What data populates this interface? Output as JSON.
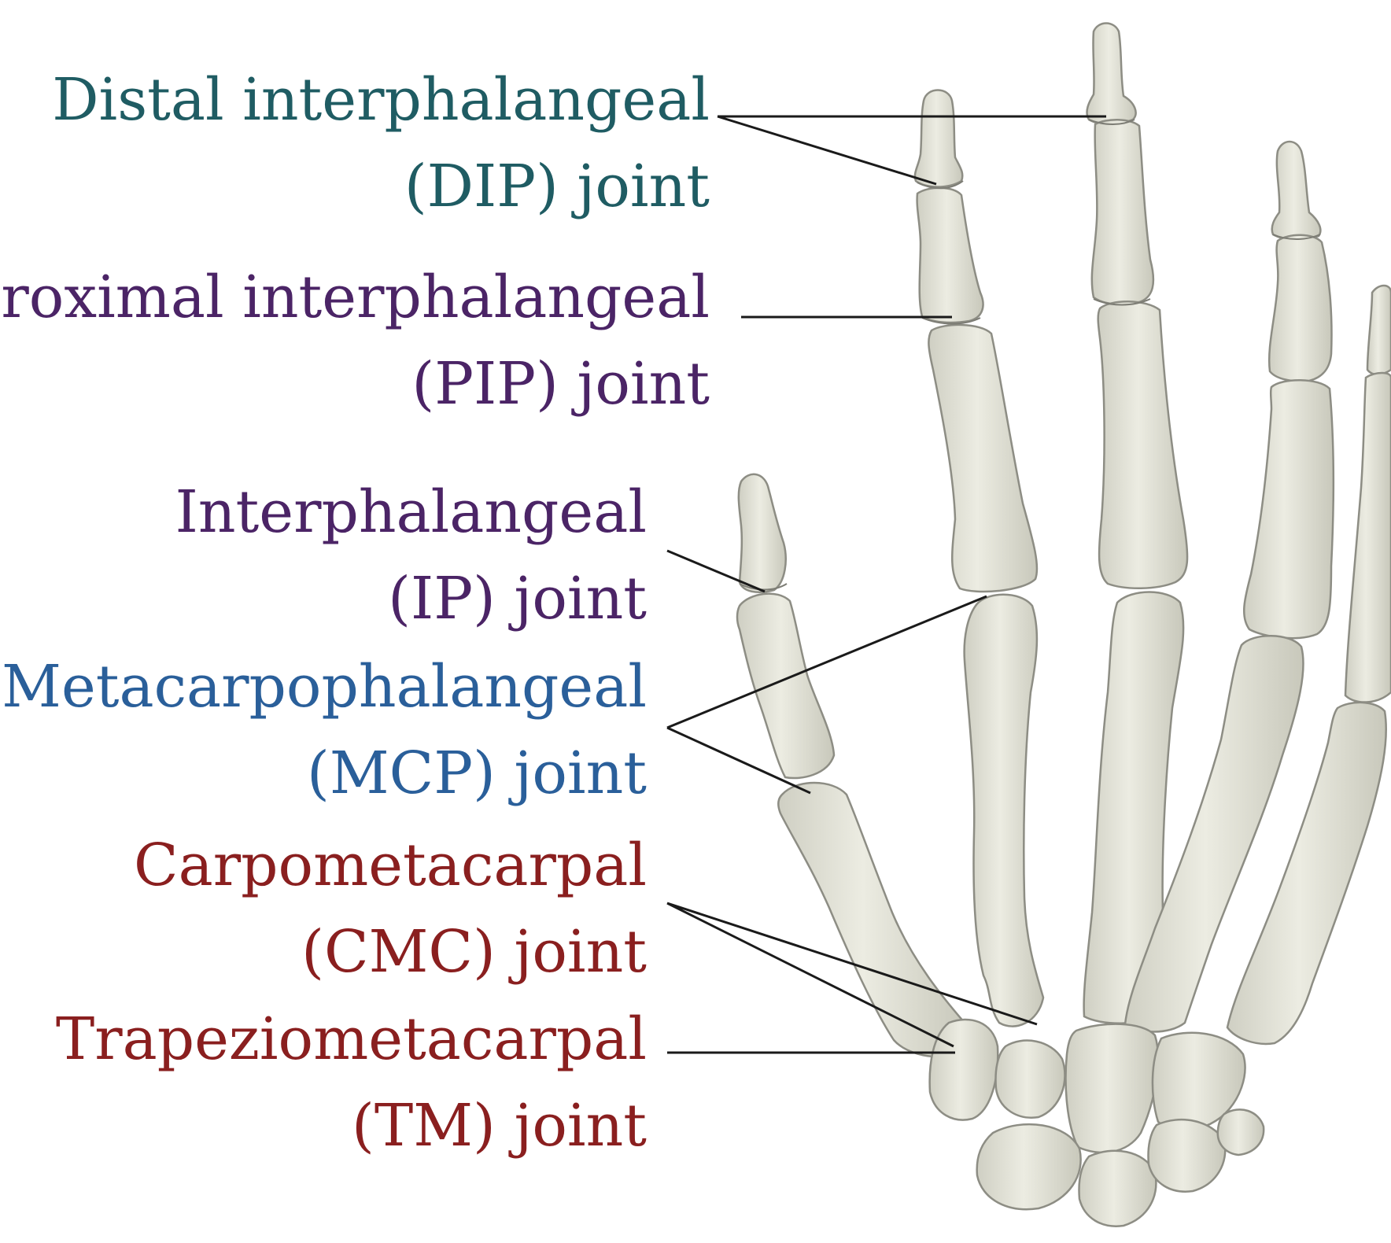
{
  "labels": {
    "dip": {
      "line1": "Distal interphalangeal",
      "line2": "(DIP) joint"
    },
    "pip": {
      "line1": "Proximal interphalangeal",
      "line2": "(PIP) joint"
    },
    "ip": {
      "line1": "Interphalangeal",
      "line2": "(IP) joint"
    },
    "mcp": {
      "line1": "Metacarpophalangeal",
      "line2": "(MCP) joint"
    },
    "cmc": {
      "line1": "Carpometacarpal",
      "line2": "(CMC) joint"
    },
    "tm": {
      "line1": "Trapeziometacarpal",
      "line2": "(TM) joint"
    }
  },
  "colors": {
    "dip": "#1f5c63",
    "pip": "#4b2466",
    "ip": "#4b2466",
    "mcp": "#2a5f9a",
    "cmc": "#8a1f1f",
    "tm": "#8a1f1f",
    "bone_fill": "#e3e3d8",
    "leader": "#1a1a1a"
  }
}
